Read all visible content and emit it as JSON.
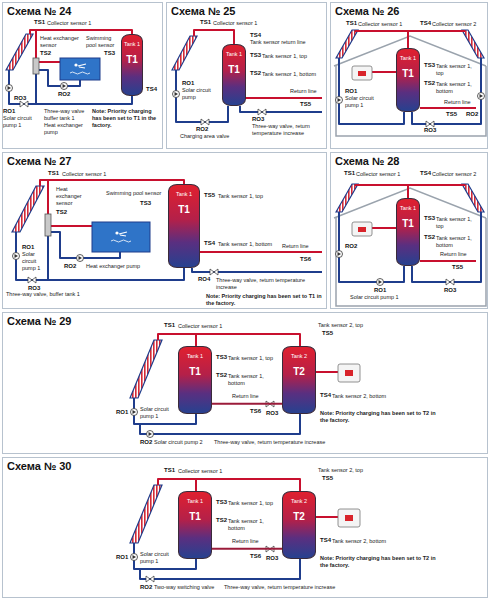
{
  "diagram": {
    "nodes": [
      {
        "text": [
          "Схема № 24"
        ]
      },
      {
        "text": [
          "Tank 1",
          "T1"
        ],
        "in": 0
      },
      {
        "text": [
          "Схема № 25"
        ]
      },
      {
        "text": [
          "Tank 1",
          "T1"
        ],
        "in": 2
      },
      {
        "text": [
          "Схема № 26"
        ]
      },
      {
        "text": [
          "Tank 1",
          "T1"
        ],
        "in": 4
      },
      {
        "text": [
          "Схема № 27"
        ]
      },
      {
        "text": [
          "Tank 1",
          "T1"
        ],
        "in": 6
      },
      {
        "text": [
          "Схема № 28"
        ]
      },
      {
        "text": [
          "Tank 1",
          "T1"
        ],
        "in": 8
      },
      {
        "text": [
          "Схема № 29"
        ]
      },
      {
        "text": [
          "Tank 1",
          "T1"
        ],
        "in": 10
      },
      {
        "text": [
          "Tank 2",
          "T2"
        ],
        "in": 10
      },
      {
        "text": [
          "Схема № 30"
        ]
      },
      {
        "text": [
          "Tank 1",
          "T1"
        ],
        "in": 13
      },
      {
        "text": [
          "Tank 2",
          "T2"
        ],
        "in": 13
      }
    ],
    "edges": [
      {
        "from": 11,
        "to": 12,
        "arrow": "none"
      },
      {
        "from": 14,
        "to": 15,
        "arrow": "none"
      }
    ],
    "labels": [
      "TS1",
      "Collector sensor 1",
      "Heat exchanger sensor",
      "TS2",
      "Swimming pool sensor",
      "TS3",
      "TS4",
      "RO3",
      "RO2",
      "RO1",
      "Solar circuit pump 1",
      "Three-way valve buffer tank 1",
      "Heat exchanger pump",
      "Note: Priority charging has been set to T1 in the factory.",
      "TS1",
      "Collector sensor 1",
      "TS4",
      "Tank sensor return line",
      "RO1",
      "Solar circuit pump",
      "TS3",
      "Tank sensor 1, top",
      "TS2",
      "Tank sensor 1, bottom",
      "Return line",
      "TS5",
      "RO2",
      "Charging area valve",
      "RO3",
      "Three-way valve, return temperature increase",
      "TS1",
      "Collector sensor 1",
      "TS4",
      "Collector sensor 2",
      "TS3",
      "Tank sensor 1, top",
      "TS2",
      "Tank sensor 1, bottom",
      "RO1",
      "Solar circuit pump 1",
      "Return line",
      "TS5",
      "RO2",
      "RO3",
      "TS1",
      "Collector sensor 1",
      "Heat exchanger sensor",
      "TS2",
      "Swimming pool sensor",
      "TS3",
      "TS5",
      "Tank sensor 1, top",
      "RO1",
      "Solar circuit pump 1",
      "RO2",
      "Heat exchanger pump",
      "TS4",
      "Tank sensor 1, bottom",
      "Return line",
      "TS6",
      "RO3",
      "Three-way valve, buffer tank 1",
      "RO4",
      "Three-way valve, return temperature increase",
      "Note: Priority charging has been set to T1 in the factory.",
      "TS1",
      "Collector sensor 1",
      "TS4",
      "Collector sensor 2",
      "TS3",
      "Tank sensor 1, top",
      "TS2",
      "Tank sensor 1, bottom",
      "RO2",
      "Return line",
      "TS5",
      "RO1",
      "Solar circuit pump 1",
      "RO3",
      "TS1",
      "Collector sensor 1",
      "Tank sensor 2, top",
      "TS5",
      "TS3",
      "Tank sensor 1, top",
      "TS2",
      "Tank sensor 1, bottom",
      "TS4",
      "Tank sensor 2, bottom",
      "RO1",
      "Solar circuit pump 1",
      "Return line",
      "TS6",
      "RO3",
      "Note: Priority charging has been set to T2 in the factory.",
      "RO2",
      "Solar circuit pump 2",
      "Three-way valve, return temperature increase",
      "TS1",
      "Collector sensor 1",
      "Tank sensor 2, top",
      "TS5",
      "TS3",
      "Tank sensor 1, top",
      "TS2",
      "Tank sensor 1, bottom",
      "RO1",
      "Solar circuit pump 1",
      "TS4",
      "Tank sensor 2, bottom",
      "Return line",
      "TS6",
      "RO3",
      "Note: Priority charging has been set to T2 in the factory.",
      "RO2",
      "Two-way switching valve",
      "Three-way valve, return temperature increase"
    ]
  }
}
